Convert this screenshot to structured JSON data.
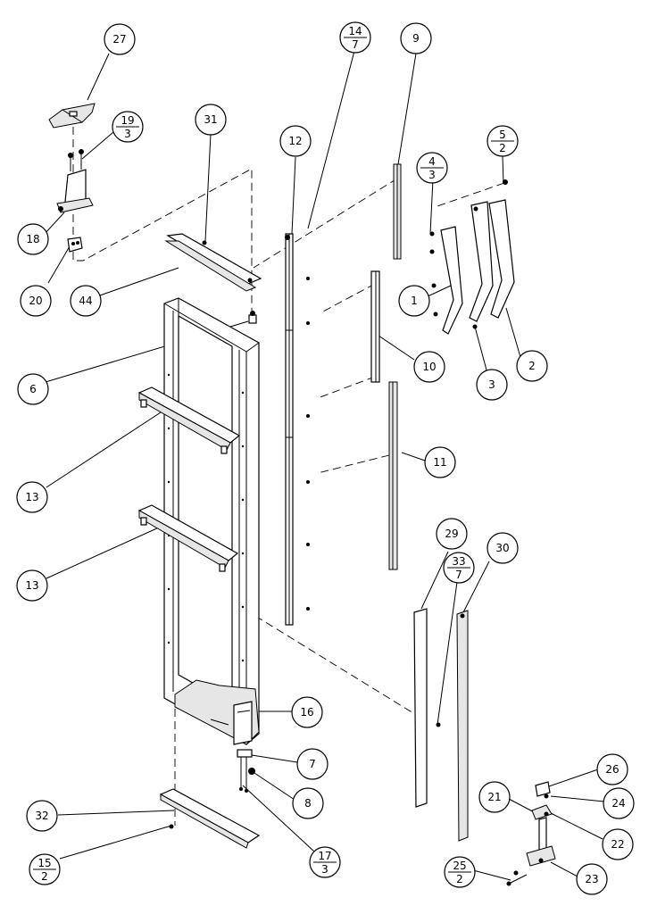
{
  "diagram": {
    "callouts": [
      {
        "id": "c27",
        "numerator": "27",
        "denominator": ""
      },
      {
        "id": "c19",
        "numerator": "19",
        "denominator": "3"
      },
      {
        "id": "c31",
        "numerator": "31",
        "denominator": ""
      },
      {
        "id": "c12",
        "numerator": "12",
        "denominator": ""
      },
      {
        "id": "c14",
        "numerator": "14",
        "denominator": "7"
      },
      {
        "id": "c9",
        "numerator": "9",
        "denominator": ""
      },
      {
        "id": "c4",
        "numerator": "4",
        "denominator": "3"
      },
      {
        "id": "c5",
        "numerator": "5",
        "denominator": "2"
      },
      {
        "id": "c18",
        "numerator": "18",
        "denominator": ""
      },
      {
        "id": "c20",
        "numerator": "20",
        "denominator": ""
      },
      {
        "id": "c44",
        "numerator": "44",
        "denominator": ""
      },
      {
        "id": "c1",
        "numerator": "1",
        "denominator": ""
      },
      {
        "id": "c6",
        "numerator": "6",
        "denominator": ""
      },
      {
        "id": "c10",
        "numerator": "10",
        "denominator": ""
      },
      {
        "id": "c3",
        "numerator": "3",
        "denominator": ""
      },
      {
        "id": "c2",
        "numerator": "2",
        "denominator": ""
      },
      {
        "id": "c13a",
        "numerator": "13",
        "denominator": ""
      },
      {
        "id": "c11",
        "numerator": "11",
        "denominator": ""
      },
      {
        "id": "c13b",
        "numerator": "13",
        "denominator": ""
      },
      {
        "id": "c29",
        "numerator": "29",
        "denominator": ""
      },
      {
        "id": "c33",
        "numerator": "33",
        "denominator": "7"
      },
      {
        "id": "c30",
        "numerator": "30",
        "denominator": ""
      },
      {
        "id": "c16",
        "numerator": "16",
        "denominator": ""
      },
      {
        "id": "c7",
        "numerator": "7",
        "denominator": ""
      },
      {
        "id": "c8",
        "numerator": "8",
        "denominator": ""
      },
      {
        "id": "c26",
        "numerator": "26",
        "denominator": ""
      },
      {
        "id": "c24",
        "numerator": "24",
        "denominator": ""
      },
      {
        "id": "c21",
        "numerator": "21",
        "denominator": ""
      },
      {
        "id": "c22",
        "numerator": "22",
        "denominator": ""
      },
      {
        "id": "c32",
        "numerator": "32",
        "denominator": ""
      },
      {
        "id": "c17",
        "numerator": "17",
        "denominator": "3"
      },
      {
        "id": "c15",
        "numerator": "15",
        "denominator": "2"
      },
      {
        "id": "c25",
        "numerator": "25",
        "denominator": "2"
      },
      {
        "id": "c23",
        "numerator": "23",
        "denominator": ""
      }
    ]
  }
}
